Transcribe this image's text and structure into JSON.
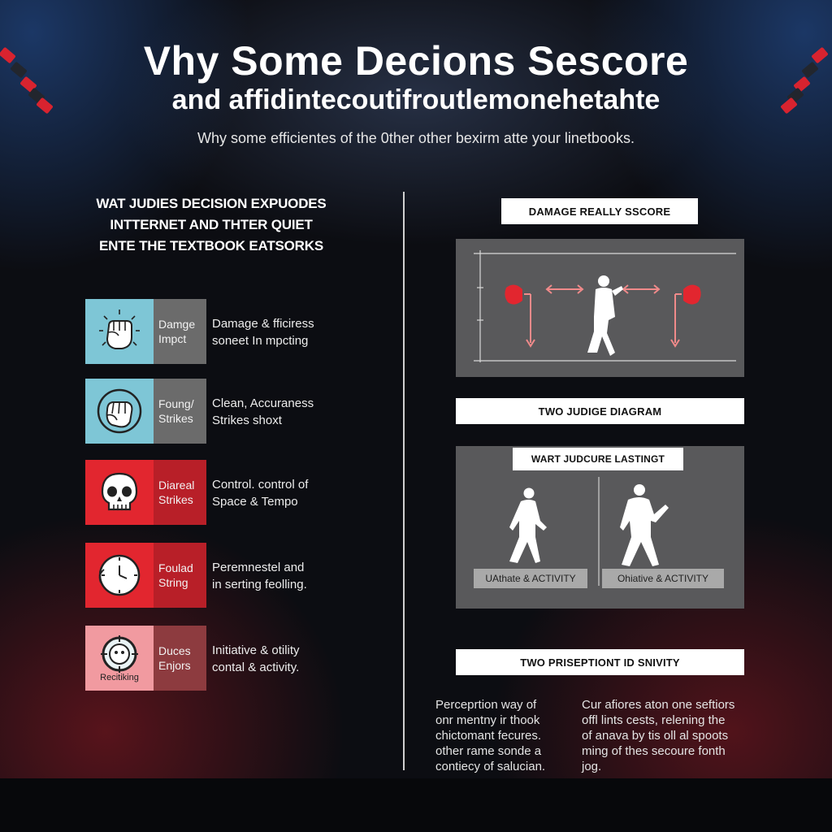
{
  "title": {
    "line1": "Vhy Some Decions Sescore",
    "line2": "and affidintecoutifroutlemonehetahte"
  },
  "subtitle": "Why some efficientes of the 0ther other bexirm atte your linetbooks.",
  "left_heading": {
    "line1": "WAT JUDIES DECISION EXPUODES",
    "line2": "INTTERNET AND THTER QUIET",
    "line3": "ENTE THE TEXTBOOK EATSORKS"
  },
  "criteria": [
    {
      "icon": "fist-icon",
      "label1": "Damge",
      "label2": "Impct",
      "desc1": "Damage & fficiress",
      "desc2": "soneet In mpcting"
    },
    {
      "icon": "grip-hand-icon",
      "label1": "Foung/",
      "label2": "Strikes",
      "desc1": "Clean, Accuraness",
      "desc2": "Strikes shoxt"
    },
    {
      "icon": "skull-icon",
      "label1": "Diareal",
      "label2": "Strikes",
      "desc1": "Control. control of",
      "desc2": "Space & Tempo"
    },
    {
      "icon": "clock-icon",
      "label1": "Foulad",
      "label2": "String",
      "desc1": "Peremnestel and",
      "desc2": "in serting feolling."
    },
    {
      "icon": "reticle-face-icon",
      "icon_caption": "Recitiking",
      "label1": "Duces",
      "label2": "Enjors",
      "desc1": "Initiative & otility",
      "desc2": "contal & activity."
    }
  ],
  "right": {
    "header1": "DAMAGE REALLY SSCORE",
    "header2": "TWO JUDIGE DIAGRAM",
    "panel2_title": "WART JUDCURE LASTINGT",
    "panel2_tag_left": "UAthate & ACTIVITY",
    "panel2_tag_right": "Ohiative & ACTIVITY",
    "header3": "TWO PRISEPTIONT ID SNIVITY",
    "bottom_left": [
      "Perceprtion way of",
      "onr mentny ir thook",
      "chictomant fecures.",
      "other rame sonde a",
      "contiecy of salucian."
    ],
    "bottom_right": [
      "Cur afiores aton one seftiors",
      "offl lints cests, relening the",
      "of anava by tis oll al spoots",
      "ming of thes secoure fonth",
      "jog."
    ]
  },
  "colors": {
    "accent_red": "#e2262f",
    "accent_blue": "#7ec6d6",
    "panel_gray": "#59595b",
    "arrow_pink": "#f08a8a"
  }
}
